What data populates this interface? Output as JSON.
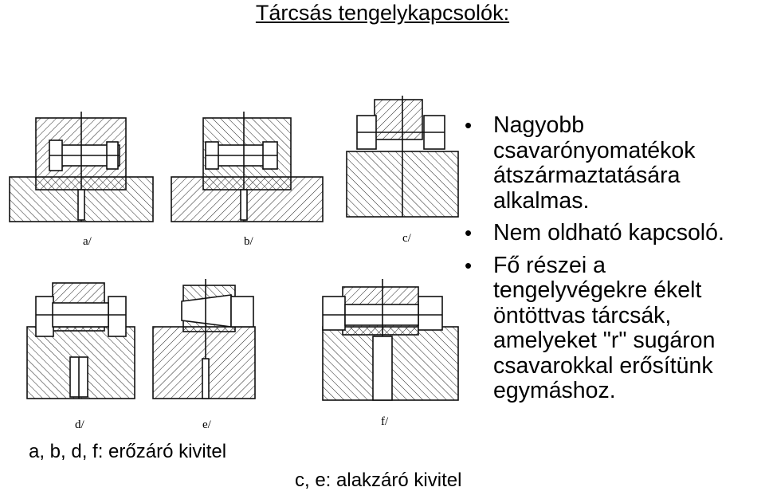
{
  "title": "Tárcsás tengelykapcsolók:",
  "figure_labels": {
    "a": "a/",
    "b": "b/",
    "c": "c/",
    "d": "d/",
    "e": "e/",
    "f": "f/"
  },
  "bullets": [
    "Nagyobb csavarónyomatékok átszármaztatására alkalmas.",
    "Nem oldható kapcsoló.",
    "Fő részei a tengelyvégekre ékelt öntöttvas tárcsák, amelyeket \"r\" sugáron csavarokkal erősítünk egymáshoz."
  ],
  "caption_force": "a, b, d, f: erőzáró kivitel",
  "caption_form": "c, e: alakzáró kivitel"
}
